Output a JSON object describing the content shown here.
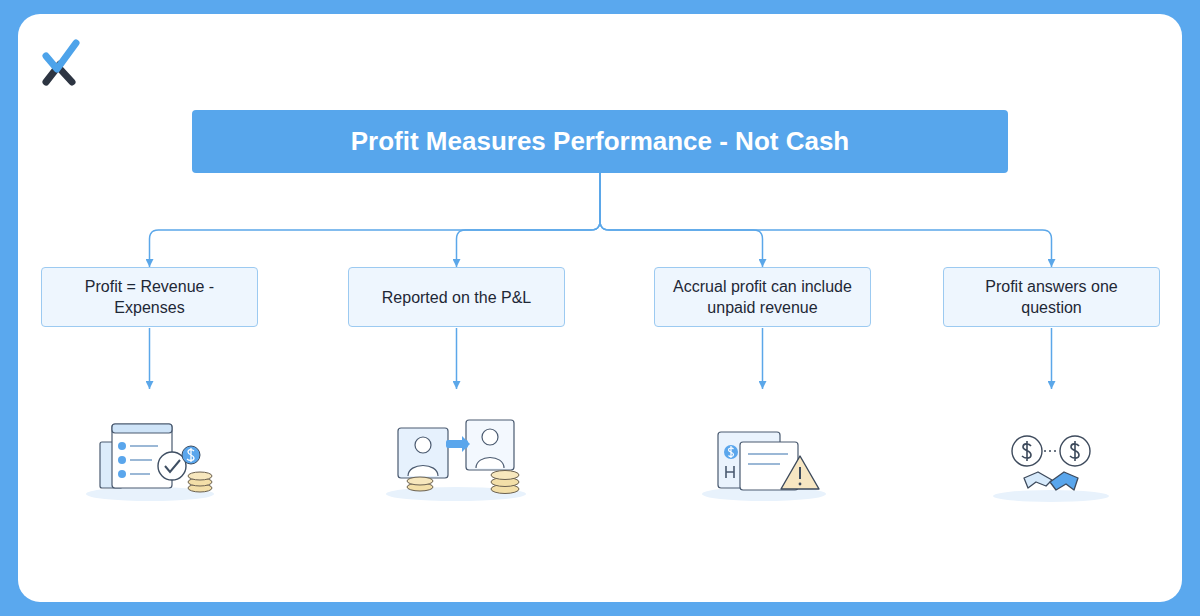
{
  "diagram": {
    "nodes": [
      {
        "text": [
          "Profit Measures Performance - Not Cash"
        ]
      },
      {
        "text": [
          "Profit = Revenue - Expenses"
        ]
      },
      {
        "text": [
          "Reported on the P&L"
        ]
      },
      {
        "text": [
          "Accrual profit can include unpaid revenue"
        ]
      },
      {
        "text": [
          "Profit answers one question"
        ]
      }
    ],
    "edges": [
      {
        "from": 0,
        "to": 1,
        "arrow": "to"
      },
      {
        "from": 0,
        "to": 2,
        "arrow": "to"
      },
      {
        "from": 0,
        "to": 3,
        "arrow": "to"
      },
      {
        "from": 0,
        "to": 4,
        "arrow": "to"
      }
    ]
  }
}
